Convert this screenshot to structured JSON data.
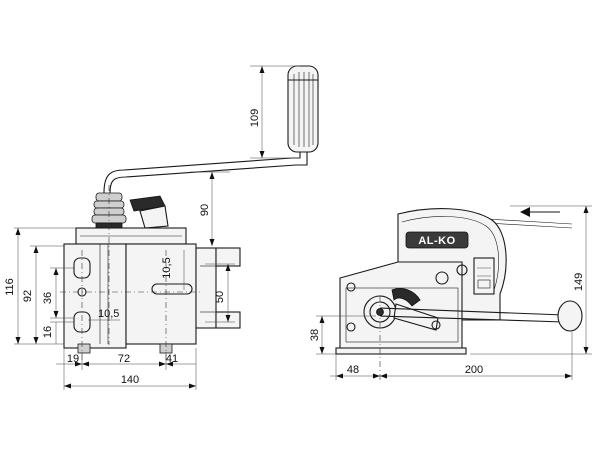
{
  "brand": {
    "logo": "AL-KO"
  },
  "dimensions": {
    "handle_length": "109",
    "crank_height": "90",
    "overall_height_front": "116",
    "mount_height": "92",
    "hole_spacing_36": "36",
    "bottom_offset_16": "16",
    "hole_dia_left": "10,5",
    "hole_dia_top": "10,5",
    "slot_height": "50",
    "base_19": "19",
    "base_72": "72",
    "base_41": "41",
    "overall_width_front": "140",
    "drum_height": "38",
    "side_offset_48": "48",
    "crank_reach": "200",
    "overall_height_side": "149"
  },
  "icons": {
    "direction": "arrow-left-icon"
  }
}
